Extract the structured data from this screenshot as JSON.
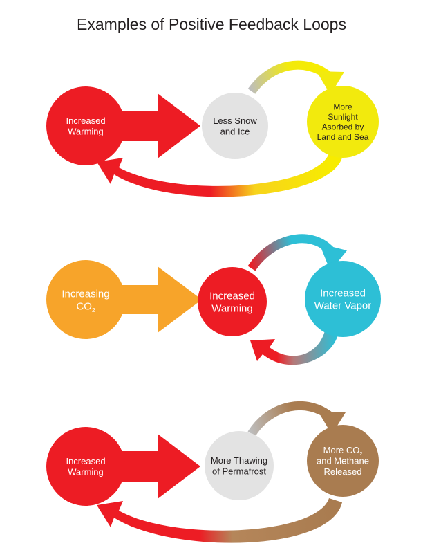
{
  "title": "Examples of Positive Feedback Loops",
  "colors": {
    "red": "#ed1c24",
    "yellow": "#f2ea0d",
    "orange": "#f7a42a",
    "cyan": "#2dbfd6",
    "brown": "#a97c50",
    "gray": "#e3e3e3"
  },
  "loops": [
    {
      "nodes": [
        {
          "lines": [
            "Increased",
            "Warming"
          ],
          "color": "red",
          "text_color": "#ffffff"
        },
        {
          "lines": [
            "Less Snow",
            "and Ice"
          ],
          "color": "gray",
          "text_color": "#231f20"
        },
        {
          "lines": [
            "More",
            "Sunlight",
            "Asorbed by",
            "Land and Sea"
          ],
          "color": "yellow",
          "text_color": "#231f20"
        }
      ]
    },
    {
      "nodes": [
        {
          "lines": [
            "Increasing",
            "CO2"
          ],
          "color": "orange",
          "text_color": "#ffffff",
          "subscript_line": 1
        },
        {
          "lines": [
            "Increased",
            "Warming"
          ],
          "color": "red",
          "text_color": "#ffffff"
        },
        {
          "lines": [
            "Increased",
            "Water Vapor"
          ],
          "color": "cyan",
          "text_color": "#ffffff"
        }
      ]
    },
    {
      "nodes": [
        {
          "lines": [
            "Increased",
            "Warming"
          ],
          "color": "red",
          "text_color": "#ffffff"
        },
        {
          "lines": [
            "More Thawing",
            "of Permafrost"
          ],
          "color": "gray",
          "text_color": "#231f20"
        },
        {
          "lines": [
            "More CO2",
            "and Methane",
            "Released"
          ],
          "color": "brown",
          "text_color": "#ffffff",
          "subscript_line": 0
        }
      ]
    }
  ]
}
